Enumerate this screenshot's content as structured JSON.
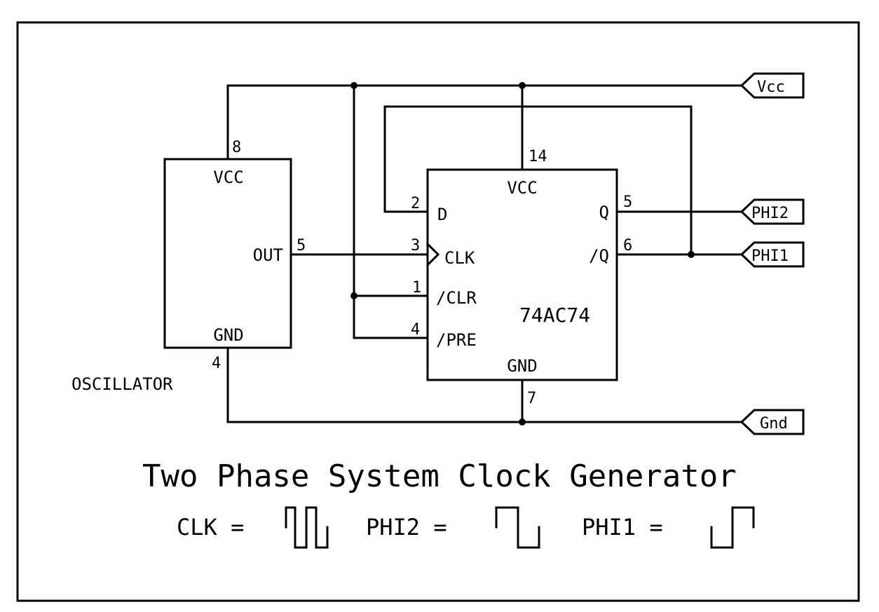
{
  "diagram": {
    "title": "Two Phase System Clock Generator",
    "oscillator": {
      "name": "OSCILLATOR",
      "pins": {
        "vcc": {
          "label": "VCC",
          "number": "8"
        },
        "out": {
          "label": "OUT",
          "number": "5"
        },
        "gnd": {
          "label": "GND",
          "number": "4"
        }
      }
    },
    "flipflop": {
      "part": "74AC74",
      "pins": {
        "vcc": {
          "label": "VCC",
          "number": "14"
        },
        "d": {
          "label": "D",
          "number": "2"
        },
        "clk": {
          "label": "CLK",
          "number": "3"
        },
        "clr": {
          "label": "/CLR",
          "number": "1"
        },
        "pre": {
          "label": "/PRE",
          "number": "4"
        },
        "gnd": {
          "label": "GND",
          "number": "7"
        },
        "q": {
          "label": "Q",
          "number": "5"
        },
        "qn": {
          "label": "/Q",
          "number": "6"
        }
      }
    },
    "ports": {
      "vcc": "Vcc",
      "phi2": "PHI2",
      "phi1": "PHI1",
      "gnd": "Gnd"
    },
    "legend": {
      "clk": "CLK =",
      "phi2": "PHI2 =",
      "phi1": "PHI1 ="
    }
  }
}
